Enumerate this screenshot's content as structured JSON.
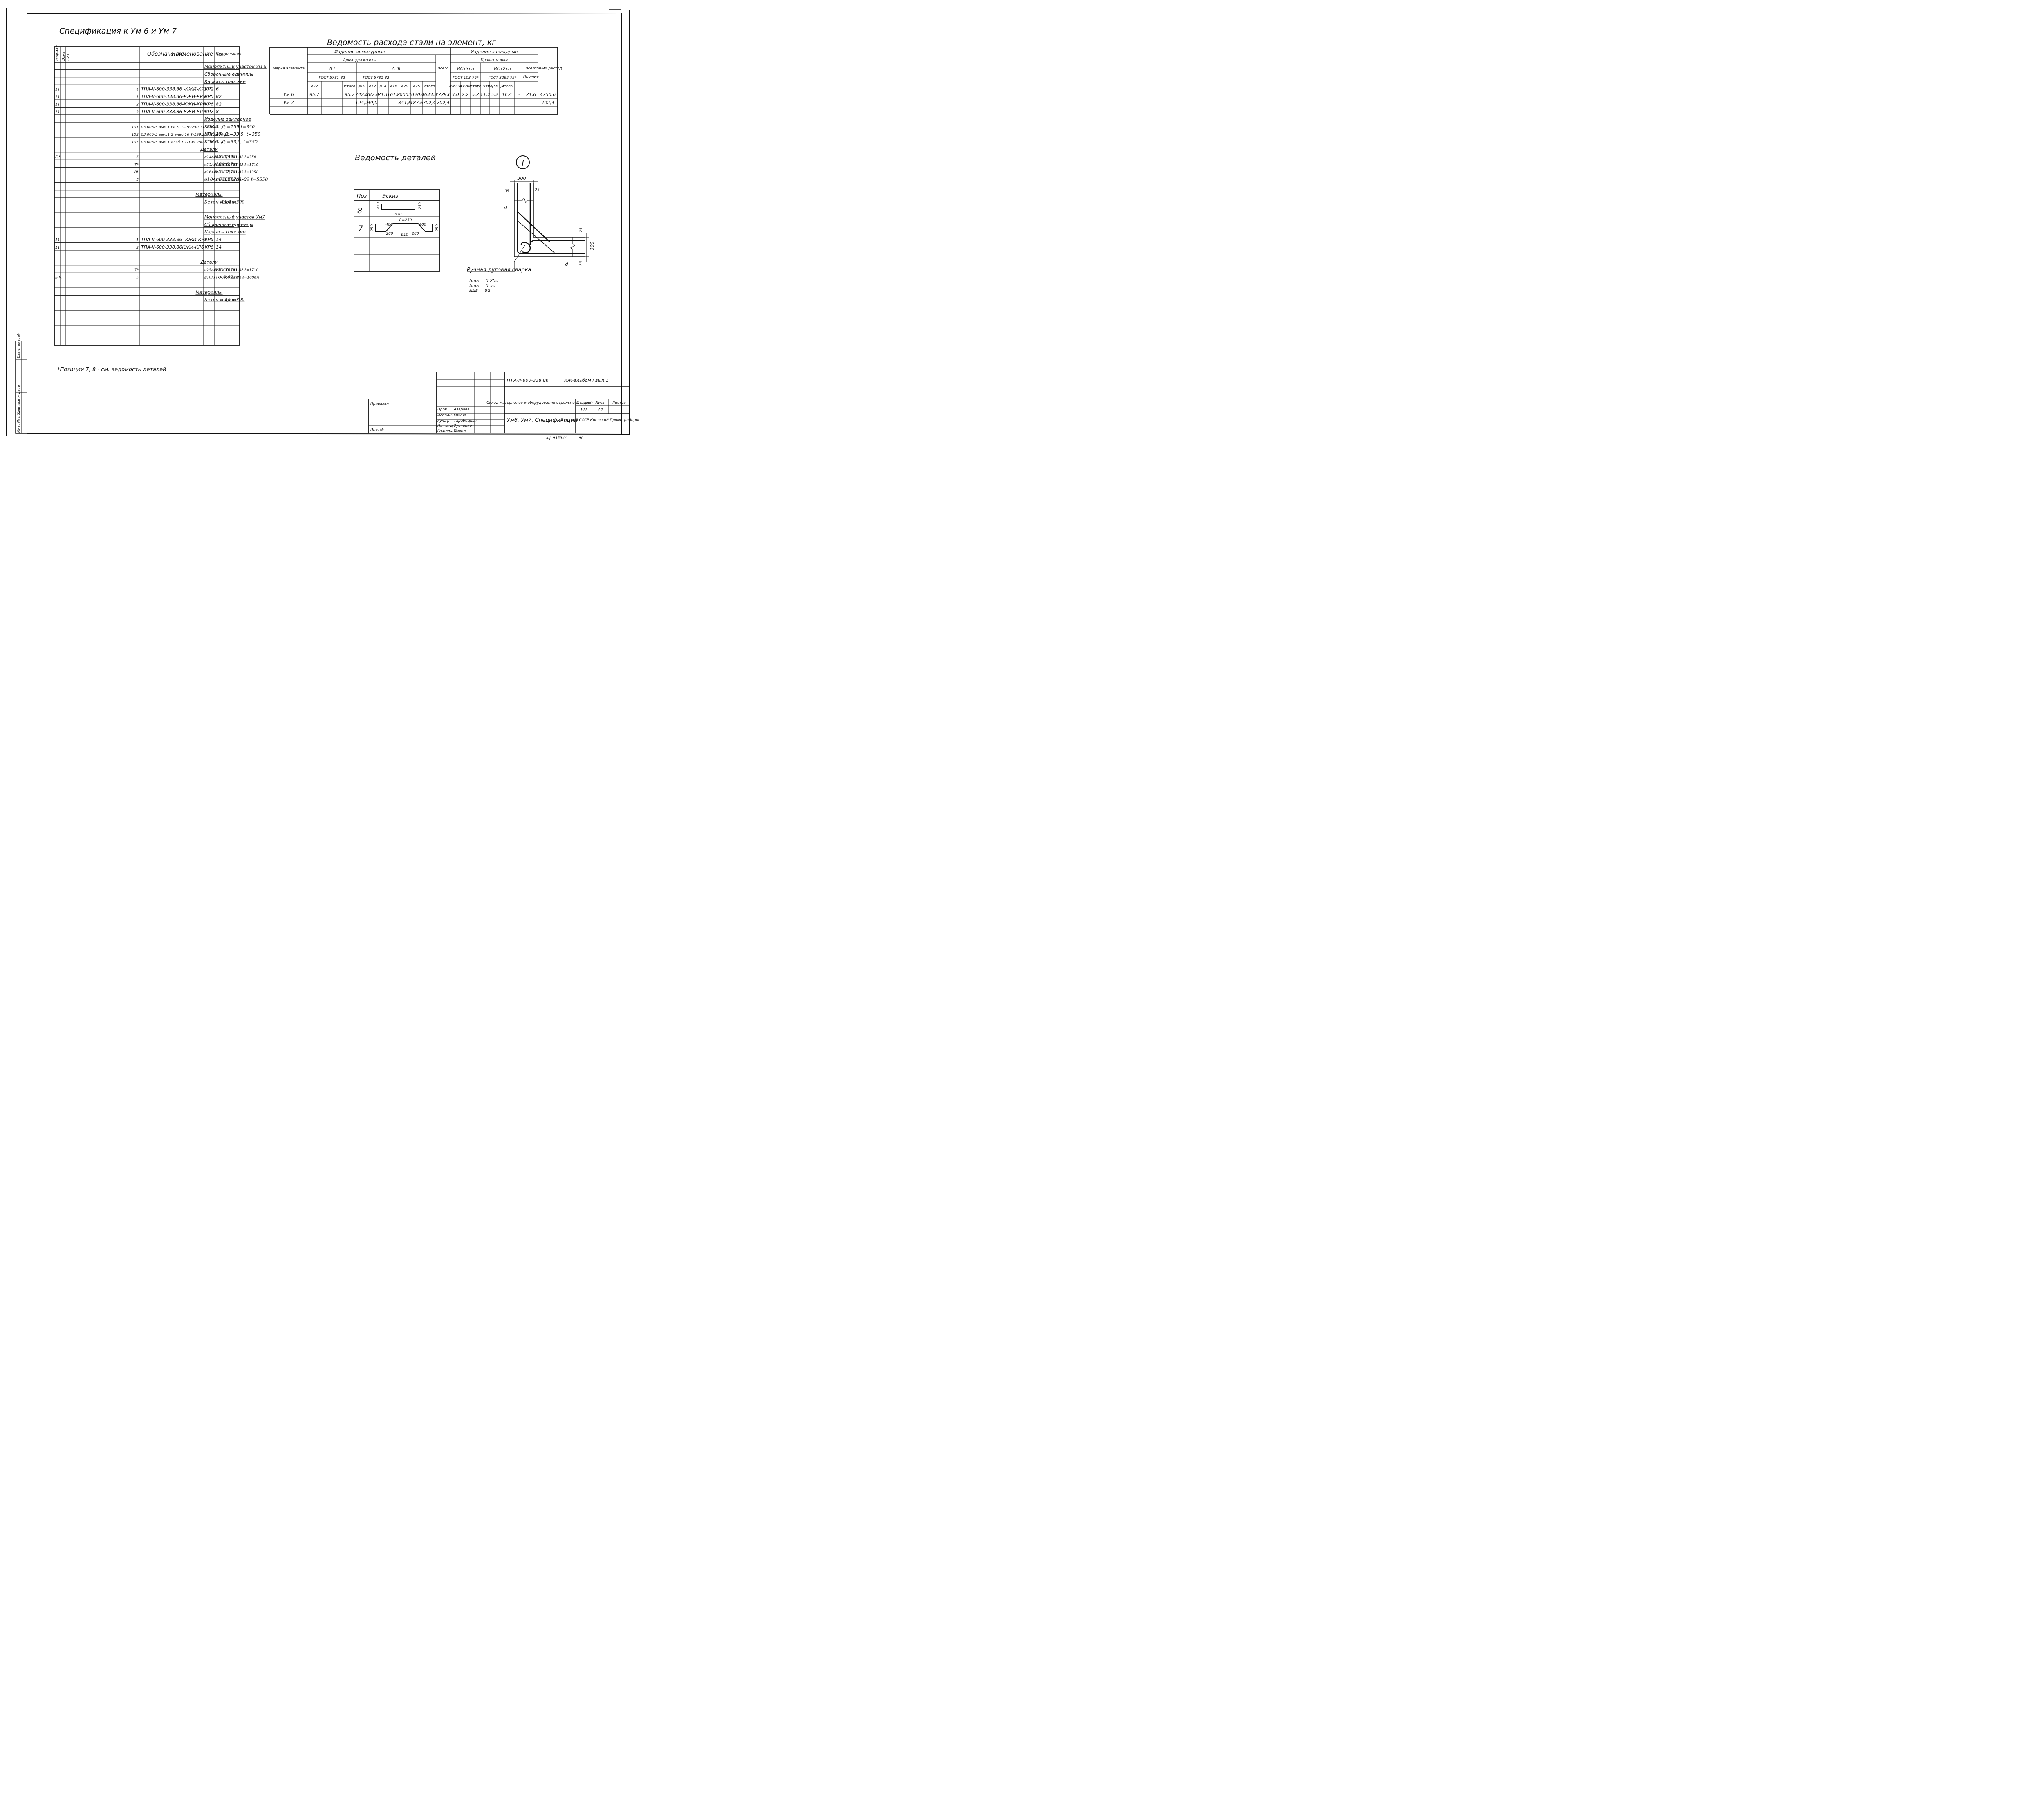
{
  "spec": {
    "title": "Спецификация к Ум 6 и Ум 7",
    "headers": [
      "Формат",
      "Зона",
      "Поз.",
      "Обозначение",
      "Наименование",
      "Кол.",
      "Приме-чание"
    ],
    "rows": [
      {
        "f": "",
        "z": "",
        "p": "",
        "o": "",
        "n": "Монолитный участок Ум 6",
        "k": "",
        "pr": "",
        "u": true
      },
      {
        "f": "",
        "z": "",
        "p": "",
        "o": "",
        "n": "Сборочные единицы",
        "k": "",
        "pr": "",
        "u": true
      },
      {
        "f": "",
        "z": "",
        "p": "",
        "o": "",
        "n": "Каркасы плоские",
        "k": "",
        "pr": "",
        "u": true
      },
      {
        "f": "11",
        "z": "",
        "p": "4",
        "o": "ТПА-II-600-338.86 -КЖИ-КР2",
        "n": "КР2",
        "k": "6",
        "pr": ""
      },
      {
        "f": "11",
        "z": "",
        "p": "1",
        "o": "ТПА-II-600-338.86-КЖИ-КР5",
        "n": "КР5",
        "k": "82",
        "pr": ""
      },
      {
        "f": "11",
        "z": "",
        "p": "2",
        "o": "ТПА-II-600-338.86-КЖИ-КР6",
        "n": "КР6",
        "k": "82",
        "pr": ""
      },
      {
        "f": "11",
        "z": "",
        "p": "3",
        "o": "ТПА-II-600-338.86-КЖИ-КР7",
        "n": "КР7",
        "k": "8",
        "pr": ""
      },
      {
        "f": "",
        "z": "",
        "p": "",
        "o": "",
        "n": "Изделие закладное",
        "k": "",
        "pr": "",
        "u": true
      },
      {
        "f": "",
        "z": "",
        "p": "101",
        "o": "03.005-5 вып.1,гл.5, Т-199250.11.000-04",
        "n": "КПК-5, Д₁=159 t=350",
        "k": "1",
        "pr": ""
      },
      {
        "f": "",
        "z": "",
        "p": "102",
        "o": "03.005-5 вып.1,2 альб.16 Т-199.250.23.000-10",
        "n": "КПК-17, Д₁=33,5, t=350",
        "k": "4",
        "pr": ""
      },
      {
        "f": "",
        "z": "",
        "p": "103",
        "o": "03.005-5 вып.1 альб.5 Т-199.250.11.000-14",
        "n": "КПК-5, Д₁=33,5, t=350",
        "k": "1",
        "pr": ""
      },
      {
        "f": "",
        "z": "",
        "p": "",
        "o": "",
        "n": "Детали",
        "k": "",
        "pr": "",
        "u": true,
        "c": true
      },
      {
        "f": "Б.Ч.",
        "z": "",
        "p": "6",
        "o": "",
        "n": "ø14АIII ГОСТ5781-82 ℓ=350",
        "k": "48",
        "pr": "0,44кг"
      },
      {
        "f": "",
        "z": "",
        "p": "7*",
        "o": "",
        "n": "ø25АIII ГОСТ5781-82 ℓ=1710",
        "k": "164",
        "pr": "6,7кг"
      },
      {
        "f": "",
        "z": "",
        "p": "8*",
        "o": "",
        "n": "ø16АIII ГОСТ5781-82 ℓ=1350",
        "k": "52",
        "pr": "2,1кг"
      },
      {
        "f": "",
        "z": "",
        "p": "5",
        "o": "",
        "n": "ø10АI ГОСТ5781-82 ℓ=5550",
        "k": "п.м",
        "pr": "0,62кг"
      },
      {
        "f": "",
        "z": "",
        "p": "",
        "o": "",
        "n": "",
        "k": "",
        "pr": ""
      },
      {
        "f": "",
        "z": "",
        "p": "",
        "o": "",
        "n": "Материалы",
        "k": "",
        "pr": "",
        "u": true,
        "c": true
      },
      {
        "f": "",
        "z": "",
        "p": "",
        "o": "",
        "n": "Бетон марки 300",
        "k": "",
        "pr": "21,1 м³",
        "u": true
      },
      {
        "f": "",
        "z": "",
        "p": "",
        "o": "",
        "n": "",
        "k": "",
        "pr": ""
      },
      {
        "f": "",
        "z": "",
        "p": "",
        "o": "",
        "n": "Монолитный участок Ум7",
        "k": "",
        "pr": "",
        "u": true
      },
      {
        "f": "",
        "z": "",
        "p": "",
        "o": "",
        "n": "Сборочные единицы",
        "k": "",
        "pr": "",
        "u": true
      },
      {
        "f": "",
        "z": "",
        "p": "",
        "o": "",
        "n": "Каркасы плоские",
        "k": "",
        "pr": "",
        "u": true
      },
      {
        "f": "11",
        "z": "",
        "p": "1",
        "o": "ТПА-II-600-338.86 -КЖИ-КР5",
        "n": "КР5",
        "k": "14",
        "pr": ""
      },
      {
        "f": "11",
        "z": "",
        "p": "2",
        "o": "ТПА-II-600-338.86КЖИ-КР6",
        "n": "КР6",
        "k": "14",
        "pr": ""
      },
      {
        "f": "",
        "z": "",
        "p": "",
        "o": "",
        "n": "",
        "k": "",
        "pr": ""
      },
      {
        "f": "",
        "z": "",
        "p": "",
        "o": "",
        "n": "Детали",
        "k": "",
        "pr": "",
        "u": true,
        "c": true
      },
      {
        "f": "",
        "z": "",
        "p": "7*",
        "o": "",
        "n": "ø25АIII ГОСТ5781-82 ℓ=1710",
        "k": "28",
        "pr": "6,7кг"
      },
      {
        "f": "Б.Ч.",
        "z": "",
        "p": "5",
        "o": "",
        "n": "ø10АI ГОСТ5781-82 ℓ=100пм",
        "k": "",
        "pr": "0,62кг"
      },
      {
        "f": "",
        "z": "",
        "p": "",
        "o": "",
        "n": "",
        "k": "",
        "pr": ""
      },
      {
        "f": "",
        "z": "",
        "p": "",
        "o": "",
        "n": "Материалы",
        "k": "",
        "pr": "",
        "u": true,
        "c": true
      },
      {
        "f": "",
        "z": "",
        "p": "",
        "o": "",
        "n": "Бетон марки 300",
        "k": "",
        "pr": "3,2 м³",
        "u": true
      },
      {
        "f": "",
        "z": "",
        "p": "",
        "o": "",
        "n": "",
        "k": "",
        "pr": ""
      },
      {
        "f": "",
        "z": "",
        "p": "",
        "o": "",
        "n": "",
        "k": "",
        "pr": ""
      },
      {
        "f": "",
        "z": "",
        "p": "",
        "o": "",
        "n": "",
        "k": "",
        "pr": ""
      },
      {
        "f": "",
        "z": "",
        "p": "",
        "o": "",
        "n": "",
        "k": "",
        "pr": ""
      }
    ]
  },
  "steel": {
    "title": "Ведомость расхода стали на элемент, кг",
    "h_mark": "Марка элемента",
    "h_arm_products": "Изделия арматурные",
    "h_arm_class": "Арматура класса",
    "h_a1": "А I",
    "h_a3": "А III",
    "h_gost1": "ГОСТ 5781-82",
    "h_gost2": "ГОСТ 5781-82",
    "h_total": "Всего",
    "h_emb_products": "Изделия закладные",
    "h_prokat": "Прокат марки",
    "h_vst3": "ВСт3сп",
    "h_vst2": "ВСт2сп",
    "h_gost3": "ГОСТ 103-76*",
    "h_gost4": "ГОСТ 3262-75*",
    "h_other": "Про-чие",
    "h_total2": "Всего",
    "h_grand": "Общий расход",
    "sub": [
      "ø22",
      "",
      "",
      "Итого",
      "ø10",
      "ø12",
      "ø14",
      "ø16",
      "ø20",
      "ø25",
      "Итого",
      "",
      "-6х130",
      "-6х260",
      "Итого",
      "Тр 159х4,5",
      "Тр 25х3,2",
      "Итого",
      "",
      "",
      ""
    ],
    "rows": [
      [
        "Ум 6",
        "95,7",
        "",
        "",
        "95,7",
        "742,8",
        "287,0",
        "21,1",
        "161,4",
        "2000,8",
        "1420,2",
        "4633,3",
        "4729,0",
        "3,0",
        "2,2",
        "5,2",
        "11,2",
        "5,2",
        "16,4",
        "-",
        "21,6",
        "4750,6"
      ],
      [
        "Ум 7",
        "-",
        "",
        "",
        "-",
        "124,2",
        "49,0",
        "-",
        "-",
        "341,6",
        "187,6",
        "702,4",
        "702,4",
        "-",
        "-",
        "-",
        "-",
        "-",
        "-",
        "-",
        "-",
        "702,4"
      ],
      [
        "",
        "",
        "",
        "",
        "",
        "",
        "",
        "",
        "",
        "",
        "",
        "",
        "",
        "",
        "",
        "",
        "",
        "",
        "",
        "",
        "",
        ""
      ]
    ]
  },
  "details": {
    "title": "Ведомость деталей",
    "h_pos": "Поз",
    "h_sketch": "Эскиз",
    "rows": [
      {
        "pos": "8",
        "d1": "450",
        "d2": "670",
        "d3": "250"
      },
      {
        "pos": "7",
        "d1": "250",
        "d2": "400",
        "d3": "R=250",
        "d4": "400",
        "d5": "250",
        "d6": "280",
        "d7": "910",
        "d8": "280"
      }
    ]
  },
  "node": {
    "mark": "I",
    "dims": {
      "w": "300",
      "l": "35",
      "r": "25",
      "v": "300",
      "v1": "25",
      "v2": "35",
      "d": "d"
    },
    "weld_title": "Ручная дуговая сварка",
    "weld_lines": [
      "hшв = 0,25d",
      "bшв = 0,5d",
      "ℓшв = 8d"
    ]
  },
  "footnote": "*Позиции 7, 8 - см. ведомость деталей",
  "stamp": {
    "code": "ТП А-II-600-338.86",
    "album": "КЖ-альбом I вып.1",
    "object": "Склад материалов и оборудования отдельно стоящий",
    "sheet_title": "Ум6, Ум7. Спецификации.",
    "h_stage": "Стадия",
    "h_sheet": "Лист",
    "h_sheets": "Листов",
    "stage": "РП",
    "sheet_no": "74",
    "org": "Госстрой СССР Киевский Промстройпроект",
    "roles": [
      "Пров.",
      "Исполн.",
      "Рук.гр.",
      "Нач.отд.",
      "Гл.инж.пр."
    ],
    "names": [
      "Азарова",
      "Михно",
      "Тарабецкая",
      "Зубченко",
      "Ильин"
    ],
    "privyazan": "Привязан",
    "inv": "Инв. №",
    "kf": "кф 9359-01",
    "page_num": "90"
  },
  "side_stamp": [
    "Инв. № подл.",
    "Подпись и дата",
    "Взам. инв. №"
  ]
}
